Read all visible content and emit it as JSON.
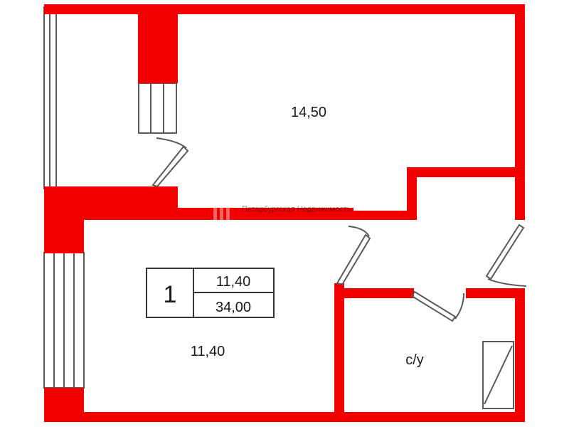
{
  "colors": {
    "wall": "#f20000",
    "line": "#5a5a5a",
    "text": "#1a1a1a",
    "watermark": "#f6b8b8"
  },
  "rooms": {
    "room_top_area": "14,50",
    "room_bottom_area": "11,40",
    "bathroom_label": "с/у"
  },
  "summary_box": {
    "rooms_count": "1",
    "living_area": "11,40",
    "total_area": "34,00"
  },
  "watermark_text": "Петербургская Недвижимость"
}
